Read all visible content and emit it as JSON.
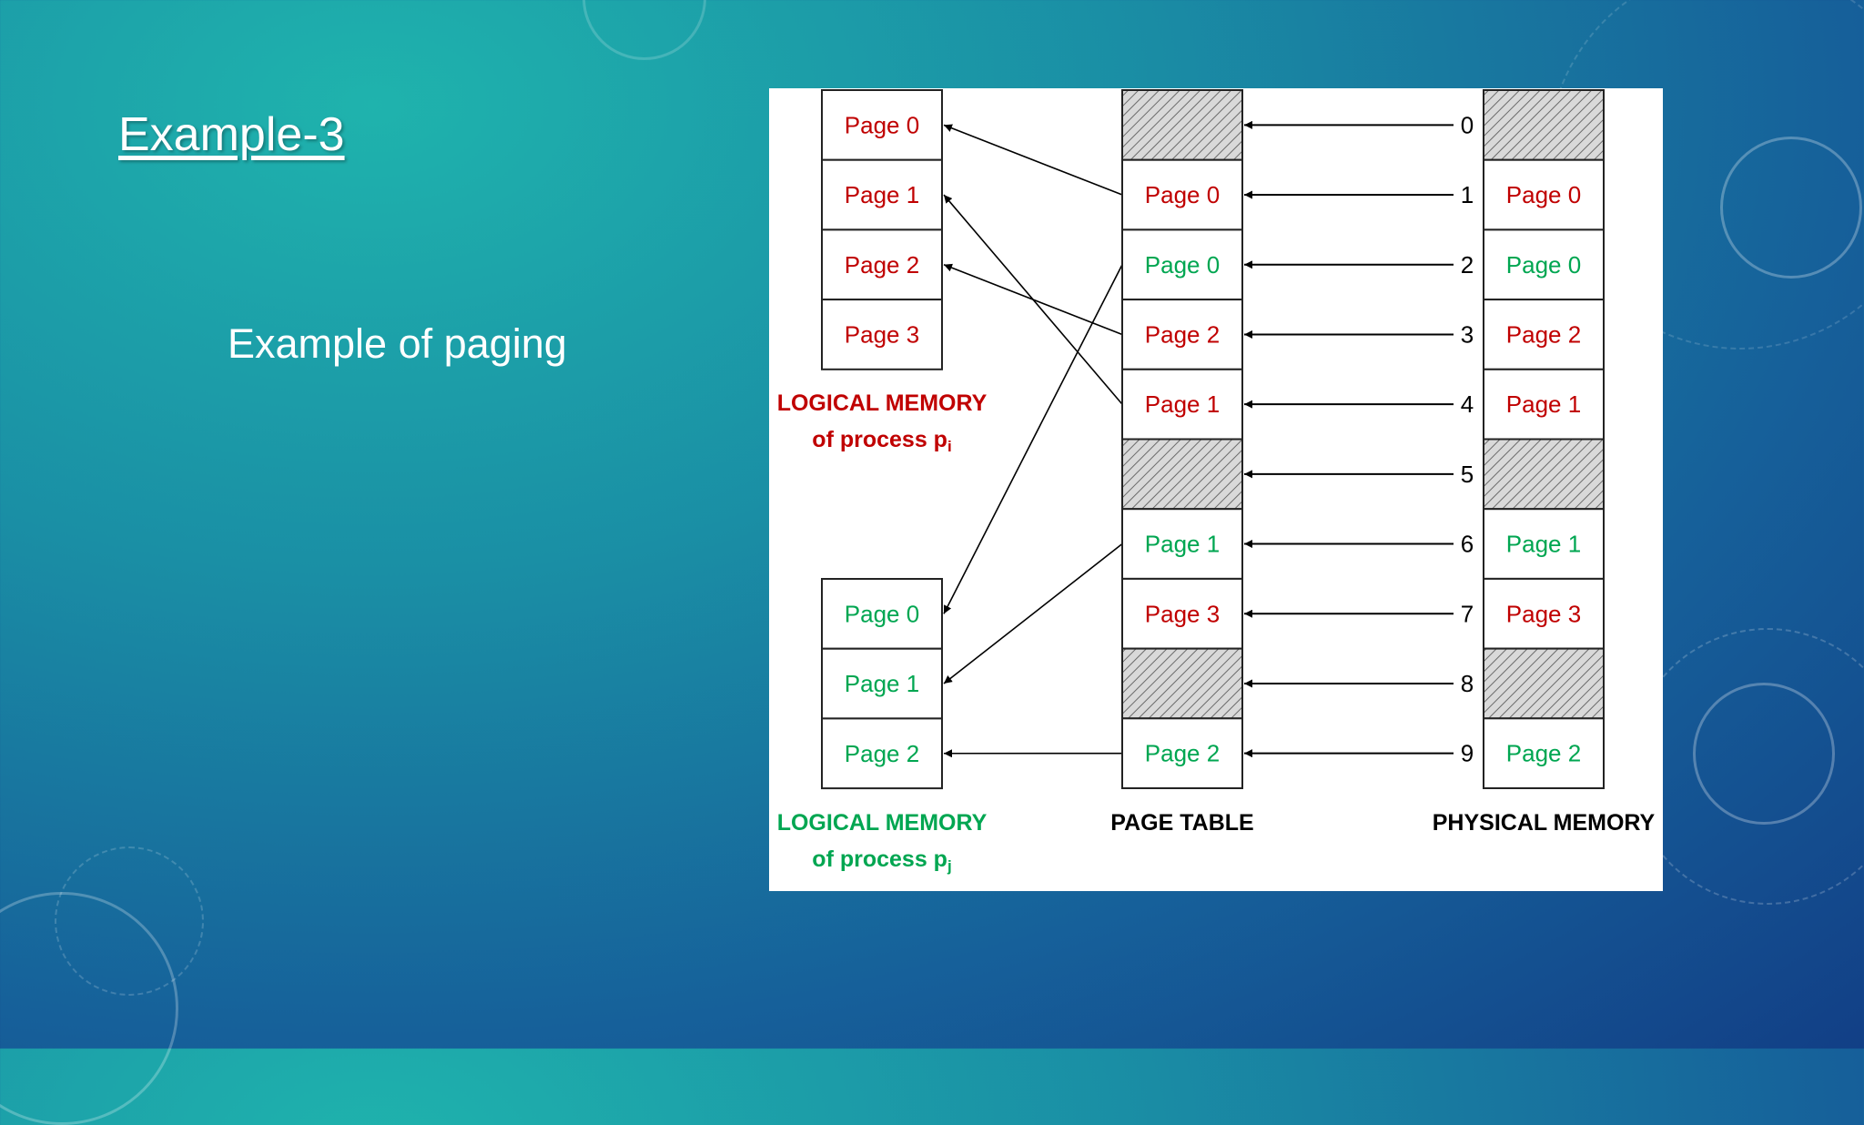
{
  "slide": {
    "title": "Example-3",
    "body": "Example of paging"
  },
  "colors": {
    "process_i": "#c00000",
    "process_j": "#00a651",
    "neutral": "#000000"
  },
  "diagram": {
    "logical_i": {
      "pages": [
        "Page 0",
        "Page 1",
        "Page 2",
        "Page 3"
      ],
      "label_line1": "LOGICAL MEMORY",
      "label_line2": "of process p",
      "label_sub": "i"
    },
    "logical_j": {
      "pages": [
        "Page 0",
        "Page 1",
        "Page 2"
      ],
      "label_line1": "LOGICAL MEMORY",
      "label_line2": "of process p",
      "label_sub": "j"
    },
    "page_table": {
      "label": "PAGE TABLE",
      "frames": [
        {
          "frame": "0",
          "content": "",
          "process": "none"
        },
        {
          "frame": "1",
          "content": "Page 0",
          "process": "i"
        },
        {
          "frame": "2",
          "content": "Page 0",
          "process": "j"
        },
        {
          "frame": "3",
          "content": "Page 2",
          "process": "i"
        },
        {
          "frame": "4",
          "content": "Page 1",
          "process": "i"
        },
        {
          "frame": "5",
          "content": "",
          "process": "none"
        },
        {
          "frame": "6",
          "content": "Page 1",
          "process": "j"
        },
        {
          "frame": "7",
          "content": "Page 3",
          "process": "i"
        },
        {
          "frame": "8",
          "content": "",
          "process": "none"
        },
        {
          "frame": "9",
          "content": "Page 2",
          "process": "j"
        }
      ]
    },
    "physical": {
      "label": "PHYSICAL MEMORY",
      "frames": [
        {
          "content": "",
          "process": "none"
        },
        {
          "content": "Page 0",
          "process": "i"
        },
        {
          "content": "Page 0",
          "process": "j"
        },
        {
          "content": "Page 2",
          "process": "i"
        },
        {
          "content": "Page 1",
          "process": "i"
        },
        {
          "content": "",
          "process": "none"
        },
        {
          "content": "Page 1",
          "process": "j"
        },
        {
          "content": "Page 3",
          "process": "i"
        },
        {
          "content": "",
          "process": "none"
        },
        {
          "content": "Page 2",
          "process": "j"
        }
      ]
    },
    "table_to_logical_arrows": [
      {
        "from_frame": 1,
        "to_process": "i",
        "to_page": 0
      },
      {
        "from_frame": 4,
        "to_process": "i",
        "to_page": 1
      },
      {
        "from_frame": 3,
        "to_process": "i",
        "to_page": 2
      },
      {
        "from_frame": 2,
        "to_process": "j",
        "to_page": 0
      },
      {
        "from_frame": 6,
        "to_process": "j",
        "to_page": 1
      },
      {
        "from_frame": 9,
        "to_process": "j",
        "to_page": 2
      }
    ]
  }
}
